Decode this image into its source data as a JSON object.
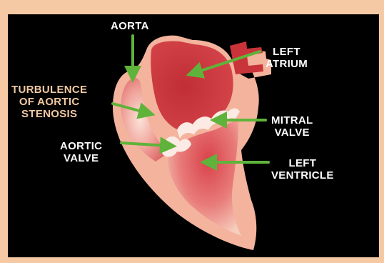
{
  "labels": {
    "aorta": "AORTA",
    "left_atrium": [
      "LEFT",
      "ATRIUM"
    ],
    "turbulence": [
      "TURBULENCE",
      "OF AORTIC",
      "STENOSIS"
    ],
    "mitral_valve": [
      "MITRAL",
      "VALVE"
    ],
    "aortic_valve": [
      "AORTIC",
      "VALVE"
    ],
    "left_ventricle": [
      "LEFT",
      "VENTRICLE"
    ]
  },
  "colors": {
    "frame": "#f4c9a3",
    "background": "#000000",
    "label_text": "#ffffff",
    "turbulence_text": "#f2c9a5",
    "arrow": "#5fb33a",
    "tissue": "#f3b39d",
    "blood": "#c9333a"
  }
}
